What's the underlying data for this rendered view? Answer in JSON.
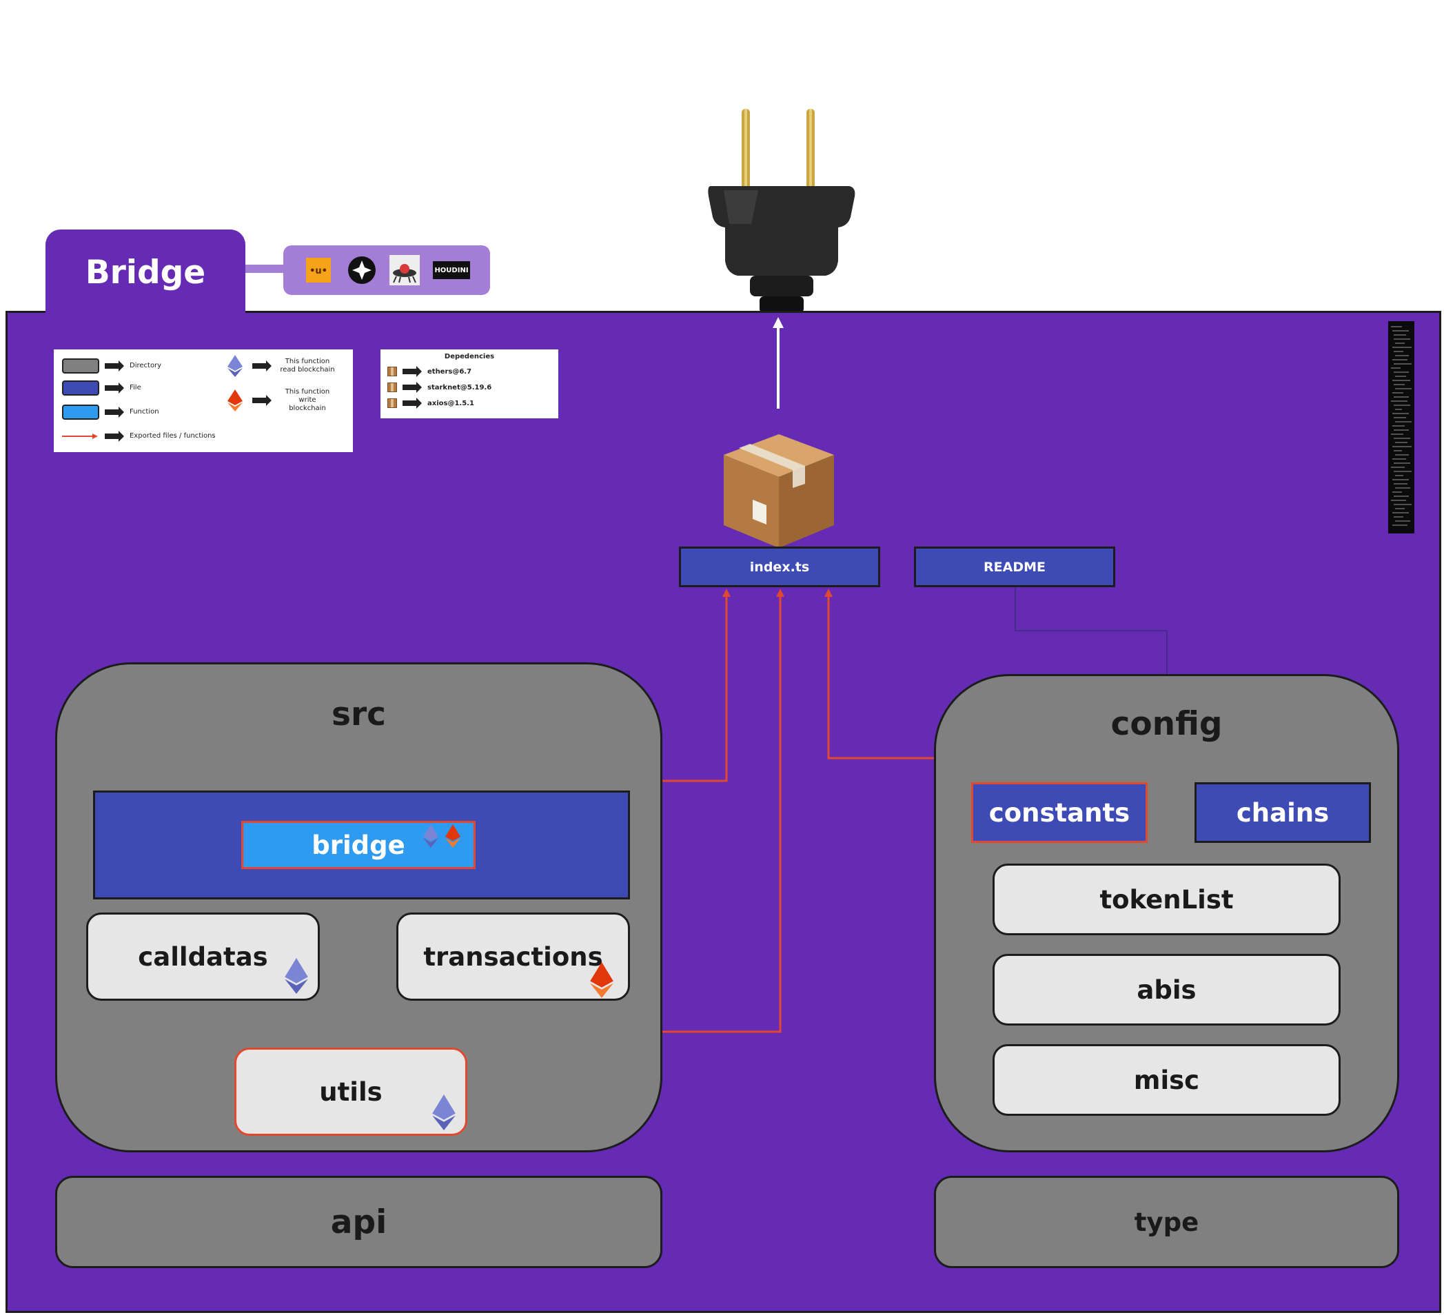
{
  "title": "Bridge",
  "logos": [
    "uniswap-logo",
    "starknet-logo",
    "ufo-logo",
    "houdini-logo"
  ],
  "logo_text": {
    "uniswap": "•u•",
    "houdini": "HOUDINI"
  },
  "legend": {
    "directory": "Directory",
    "file": "File",
    "function": "Function",
    "exported": "Exported files / functions",
    "read": "This function read blockchain",
    "write": "This function write blockchain"
  },
  "deps": {
    "title": "Depedencies",
    "items": [
      "ethers@6.7",
      "starknet@5.19.6",
      "axios@1.5.1"
    ]
  },
  "files": {
    "index": "index.ts",
    "readme": "README"
  },
  "src": {
    "title": "src",
    "bridge": "bridge",
    "calldatas": "calldatas",
    "transactions": "transactions",
    "utils": "utils"
  },
  "config": {
    "title": "config",
    "constants": "constants",
    "chains": "chains",
    "tokenList": "tokenList",
    "abis": "abis",
    "misc": "misc"
  },
  "api": "api",
  "type": "type",
  "colors": {
    "frame": "#652bb5",
    "directory": "#808080",
    "file": "#3f4bb5",
    "function": "#2e9bf0",
    "export_line": "#e2472f",
    "eth_read": "#7b85d6",
    "eth_write": "#e2360d"
  }
}
